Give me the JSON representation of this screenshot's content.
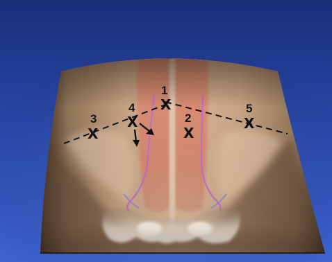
{
  "points": [
    {
      "number": "1",
      "mark": "X"
    },
    {
      "number": "2",
      "mark": "X"
    },
    {
      "number": "3",
      "mark": "X"
    },
    {
      "number": "4",
      "mark": "X"
    },
    {
      "number": "5",
      "mark": "X"
    }
  ],
  "colors": {
    "background_top": "#1a2e78",
    "background_bottom": "#3f67d6",
    "skin": "#c8a589",
    "rectus_muscle": "#d8846c",
    "vessel": "#c06dc9",
    "pelvis_bone": "#efe6d8",
    "marking": "#141414"
  }
}
